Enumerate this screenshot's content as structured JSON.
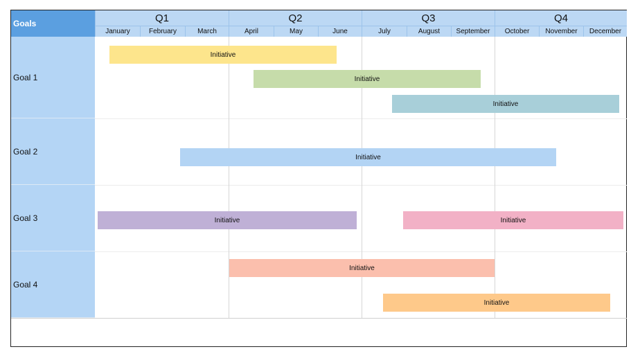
{
  "header": {
    "goals_label": "Goals",
    "quarters": [
      "Q1",
      "Q2",
      "Q3",
      "Q4"
    ],
    "months": [
      "January",
      "February",
      "March",
      "April",
      "May",
      "June",
      "July",
      "August",
      "September",
      "October",
      "November",
      "December"
    ]
  },
  "goals": [
    {
      "label": "Goal 1"
    },
    {
      "label": "Goal 2"
    },
    {
      "label": "Goal 3"
    },
    {
      "label": "Goal 4"
    }
  ],
  "initiatives": [
    {
      "goal": 1,
      "label": "Initiative",
      "color": "#fde58c"
    },
    {
      "goal": 1,
      "label": "Initiative",
      "color": "#c6dcaa"
    },
    {
      "goal": 1,
      "label": "Initiative",
      "color": "#a8cfd9"
    },
    {
      "goal": 2,
      "label": "Initiative",
      "color": "#b3d4f4"
    },
    {
      "goal": 3,
      "label": "Initiative",
      "color": "#bfb0d6"
    },
    {
      "goal": 3,
      "label": "Initiative",
      "color": "#f2b1c6"
    },
    {
      "goal": 4,
      "label": "Initiative",
      "color": "#fbbfad"
    },
    {
      "goal": 4,
      "label": "Initiative",
      "color": "#fec98a"
    }
  ]
}
